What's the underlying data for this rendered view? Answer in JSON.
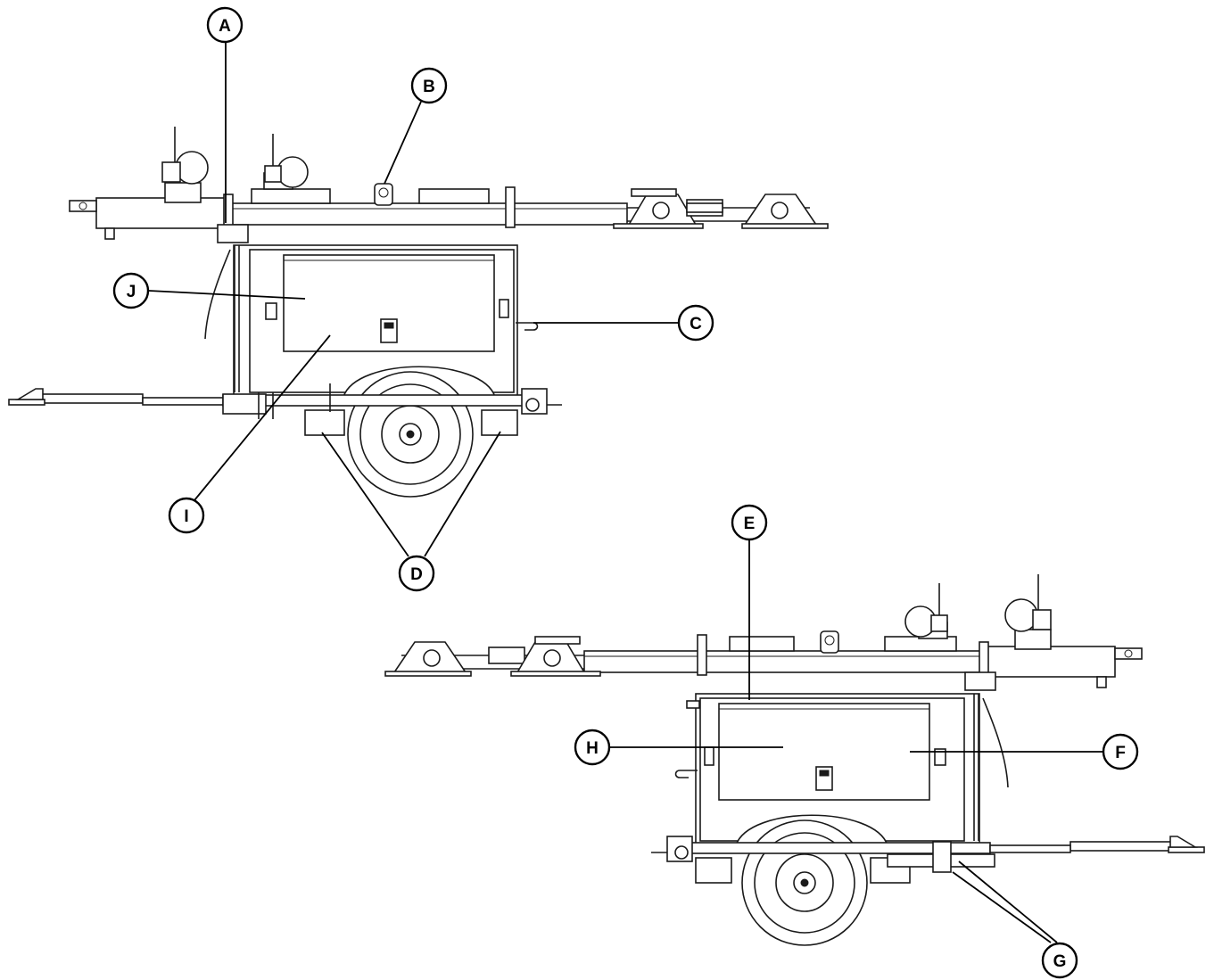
{
  "callouts": {
    "a": "A",
    "b": "B",
    "c": "C",
    "d": "D",
    "e": "E",
    "f": "F",
    "g": "G",
    "h": "H",
    "i": "I",
    "j": "J"
  },
  "colors": {
    "line": "#1a1a1a",
    "background": "#ffffff"
  }
}
